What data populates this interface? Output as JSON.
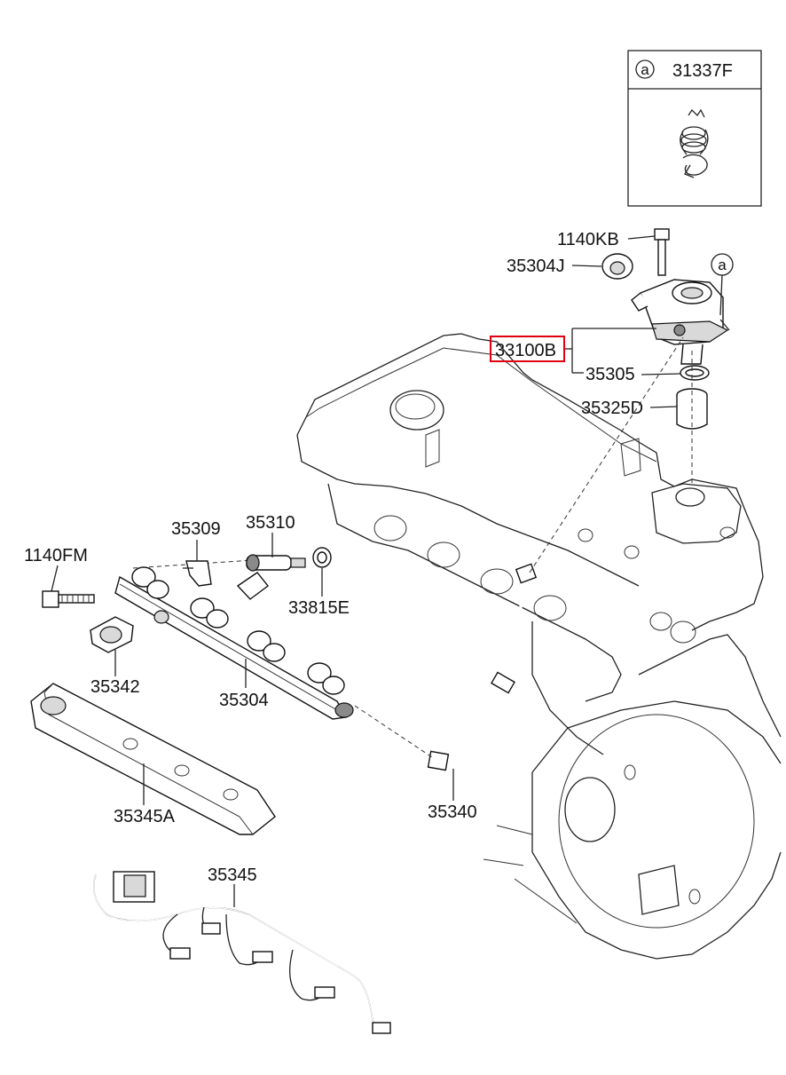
{
  "inset_box": {
    "circle_letter": "a",
    "part_number": "31337F"
  },
  "callout_marker": "a",
  "highlighted_part": "33100B",
  "labels": {
    "p1140KB": "1140KB",
    "p35304J": "35304J",
    "p33100B": "33100B",
    "p35305": "35305",
    "p35325D": "35325D",
    "p35309": "35309",
    "p35310": "35310",
    "p1140FM": "1140FM",
    "p33815E": "33815E",
    "p35342": "35342",
    "p35304": "35304",
    "p35345A": "35345A",
    "p35340": "35340",
    "p35345": "35345"
  },
  "colors": {
    "highlight": "#e0000f",
    "line": "#222222"
  }
}
